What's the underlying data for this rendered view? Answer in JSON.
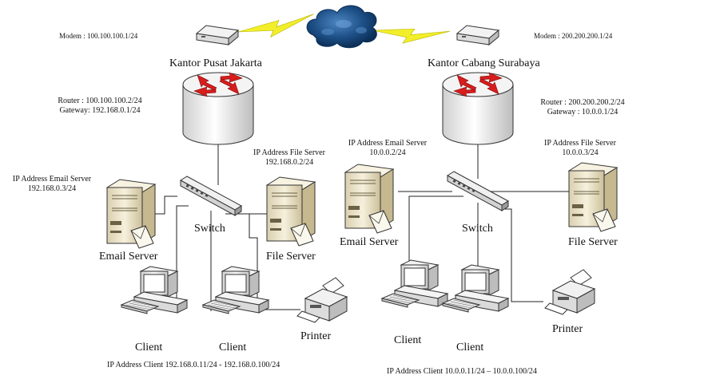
{
  "left_site": {
    "modem_label": "Modem : 100.100.100.1/24",
    "office_name": "Kantor Pusat Jakarta",
    "router_line1": "Router : 100.100.100.2/24",
    "router_line2": "Gateway: 192.168.0.1/24",
    "file_ip_title": "IP Address File Server",
    "file_ip_value": "192.168.0.2/24",
    "email_ip_title": "IP Address Email Server",
    "email_ip_value": "192.168.0.3/24",
    "switch_label": "Switch",
    "email_server_label": "Email Server",
    "file_server_label": "File Server",
    "client1_label": "Client",
    "client2_label": "Client",
    "printer_label": "Printer",
    "client_range": "IP Address Client 192.168.0.11/24 - 192.168.0.100/24"
  },
  "right_site": {
    "modem_label": "Modem : 200.200.200.1/24",
    "office_name": "Kantor Cabang Surabaya",
    "router_line1": "Router : 200.200.200.2/24",
    "router_line2": "Gateway : 10.0.0.1/24",
    "email_ip_title": "IP Address Email Server",
    "email_ip_value": "10.0.0.2/24",
    "file_ip_title": "IP Address File Server",
    "file_ip_value": "10.0.0.3/24",
    "switch_label": "Switch",
    "email_server_label": "Email Server",
    "file_server_label": "File Server",
    "client1_label": "Client",
    "client2_label": "Client",
    "printer_label": "Printer",
    "client_range": "IP Address Client 10.0.0.11/24 – 10.0.0.100/24"
  },
  "colors": {
    "cloud": "#0f3f6e",
    "lightning": "#f2ef2a",
    "router_arrows": "#d91c1c",
    "server_body": "#efe7cf",
    "wire": "#222222"
  },
  "icons": [
    "cloud-icon",
    "modem-icon",
    "router-icon",
    "switch-icon",
    "server-icon",
    "client-pc-icon",
    "printer-icon"
  ]
}
